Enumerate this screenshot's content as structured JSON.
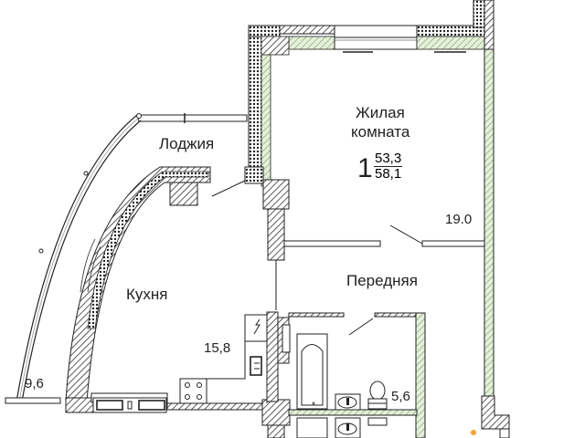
{
  "plan": {
    "type": "apartment-floor-plan",
    "apartment": {
      "rooms_count": "1",
      "living_area": "53,3",
      "total_area": "58,1"
    },
    "rooms": [
      {
        "id": "living",
        "name_line1": "Жилая",
        "name_line2": "комната",
        "area": "19.0"
      },
      {
        "id": "loggia",
        "name": "Лоджия",
        "area": "9,6"
      },
      {
        "id": "kitchen",
        "name": "Кухня",
        "area": "15,8"
      },
      {
        "id": "hallway",
        "name": "Передняя",
        "area": ""
      },
      {
        "id": "bathroom",
        "name": "",
        "area": "5,6"
      }
    ],
    "colors": {
      "wall_line": "#222222",
      "hatch_green": "#b9d3a6",
      "background": "#ffffff"
    }
  }
}
